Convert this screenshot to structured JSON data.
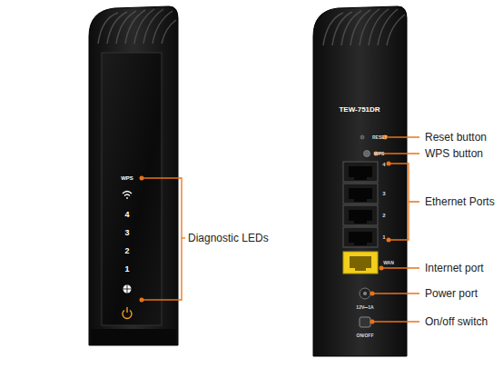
{
  "diagram": {
    "labels": [
      "WPS",
      "4",
      "3",
      "2",
      "1",
      "Diagnostic LEDs",
      "TEW-751DR",
      "RESET",
      "Reset button",
      "WPS",
      "WPS button",
      "4",
      "3",
      "2",
      "1",
      "Ethernet Ports",
      "WAN",
      "Internet port",
      "12V⎓1A",
      "Power port",
      "ON/OFF",
      "On/off switch"
    ]
  }
}
